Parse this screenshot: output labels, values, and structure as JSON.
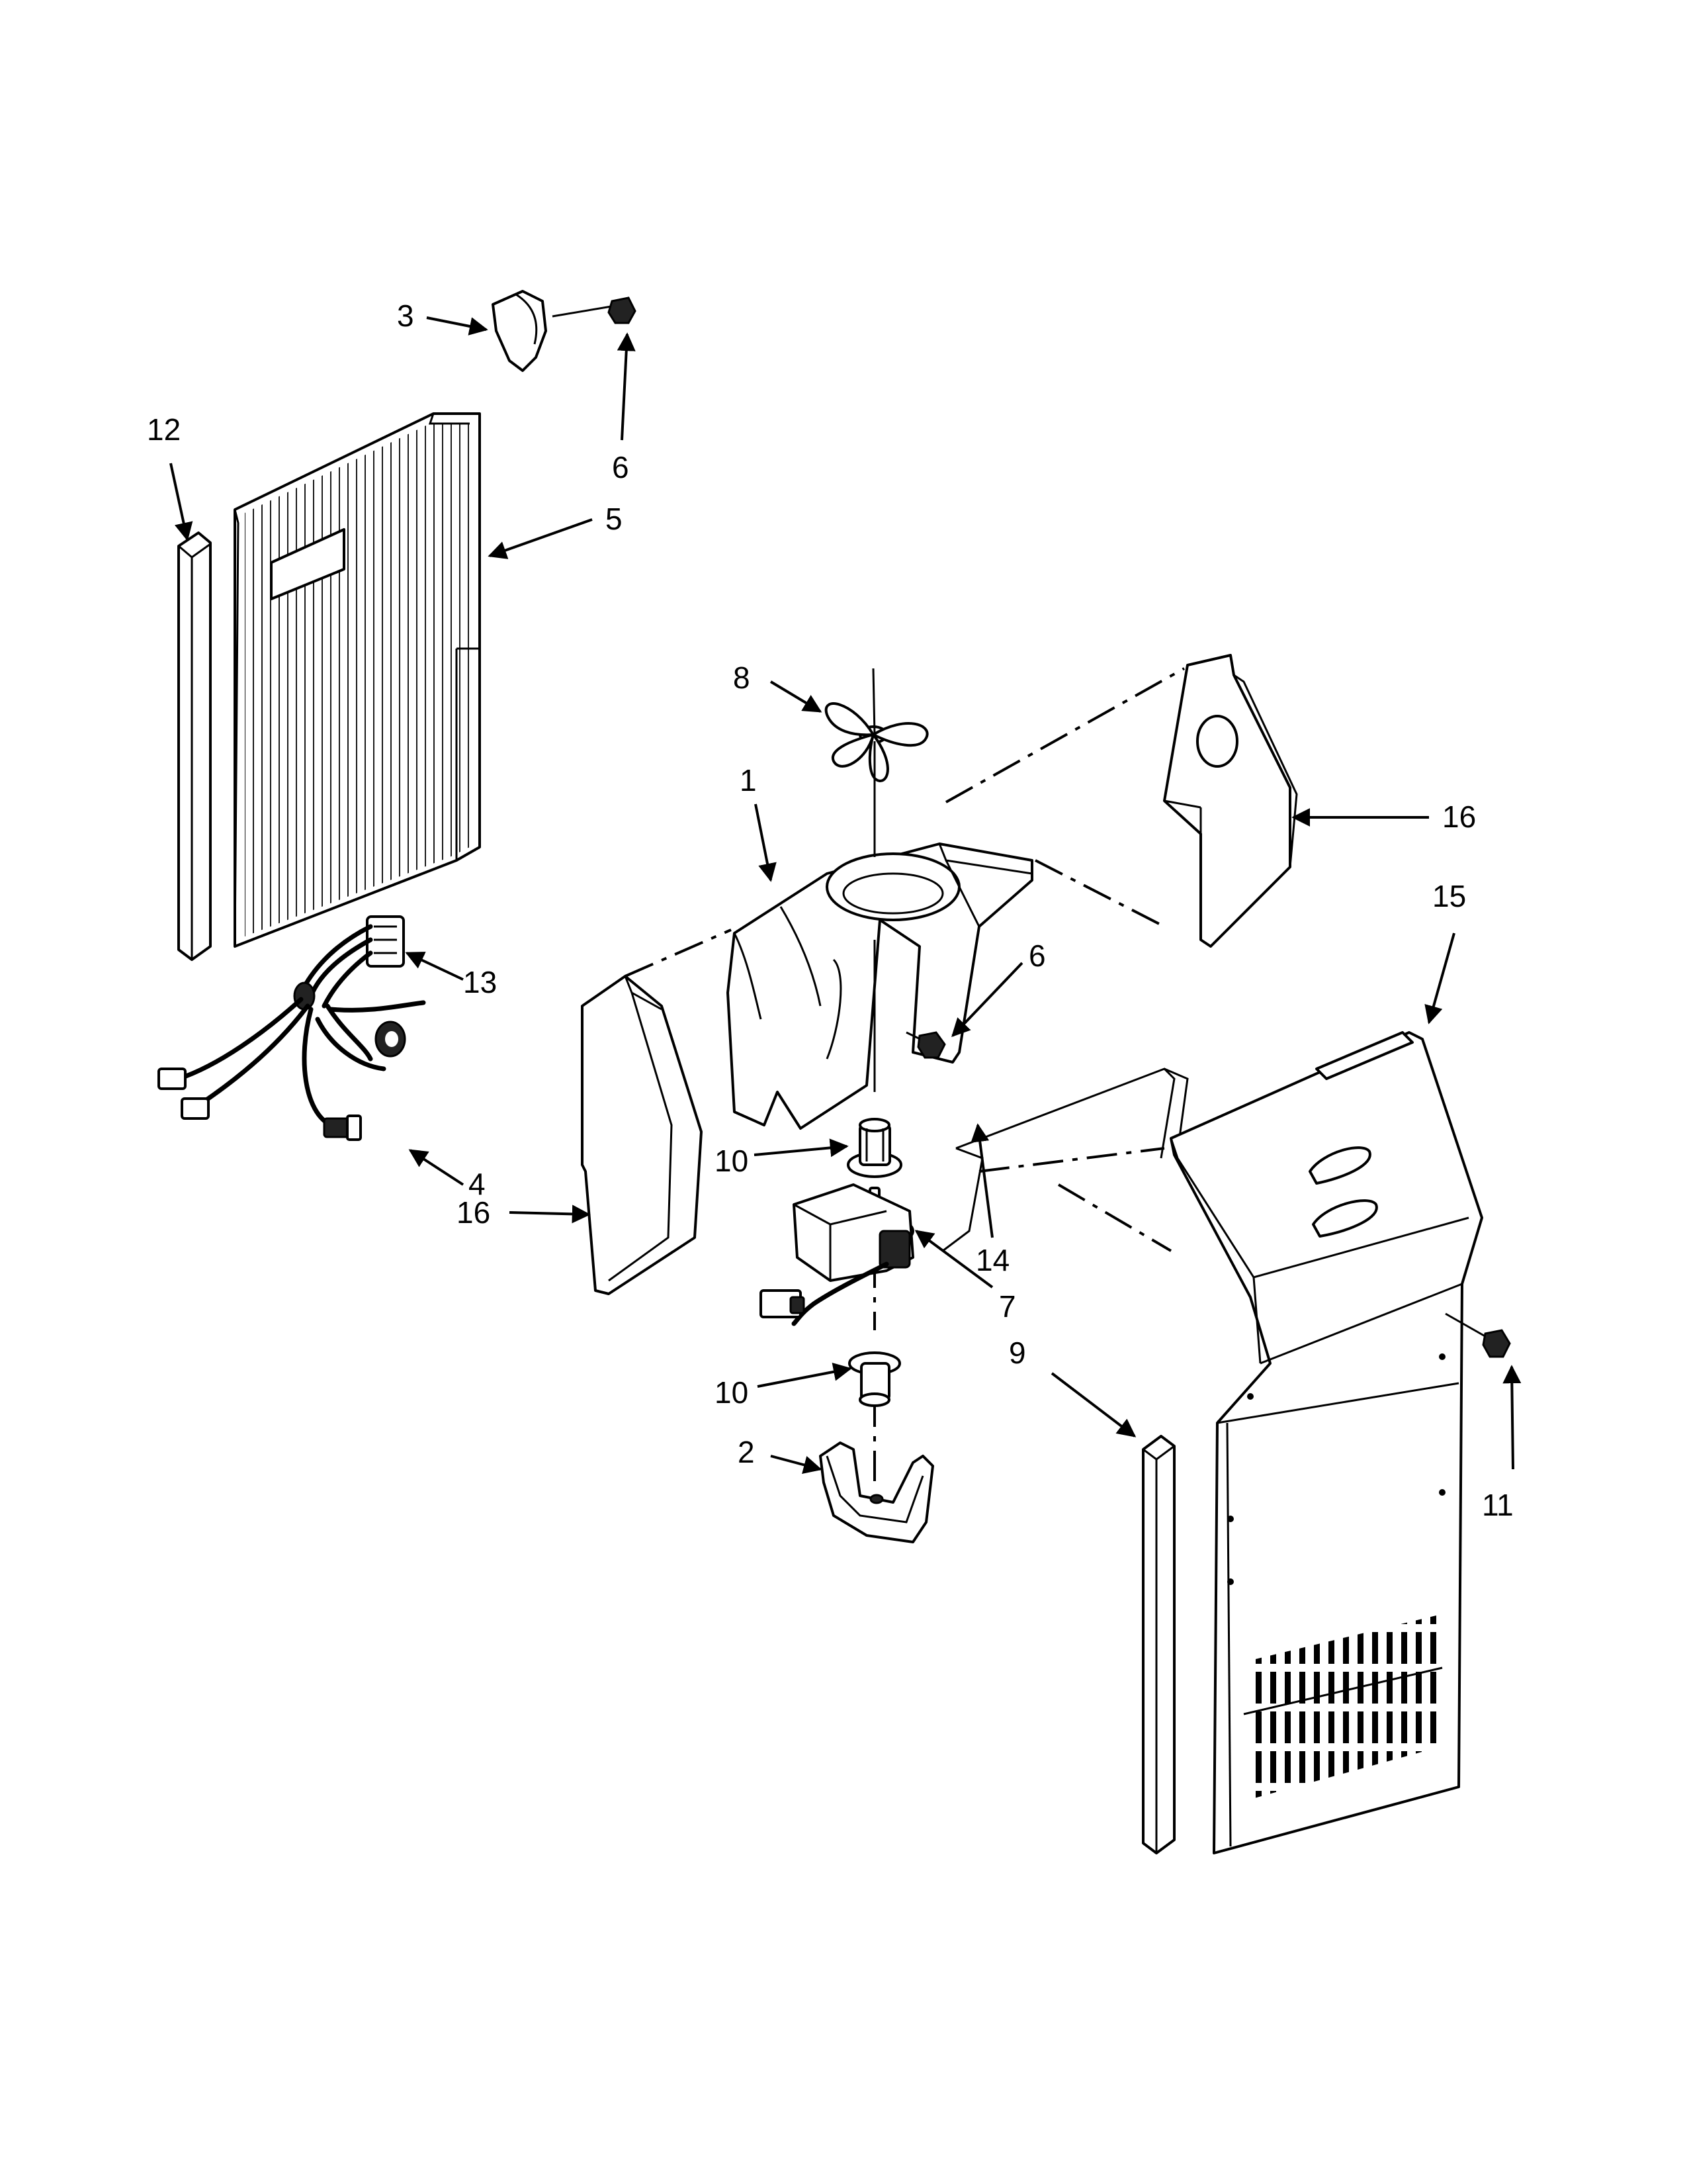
{
  "callouts": [
    {
      "id": "c1",
      "label": "1"
    },
    {
      "id": "c2",
      "label": "2"
    },
    {
      "id": "c3",
      "label": "3"
    },
    {
      "id": "c4",
      "label": "4"
    },
    {
      "id": "c5",
      "label": "5"
    },
    {
      "id": "c6a",
      "label": "6"
    },
    {
      "id": "c6b",
      "label": "6"
    },
    {
      "id": "c7",
      "label": "7"
    },
    {
      "id": "c8",
      "label": "8"
    },
    {
      "id": "c9",
      "label": "9"
    },
    {
      "id": "c10a",
      "label": "10"
    },
    {
      "id": "c10b",
      "label": "10"
    },
    {
      "id": "c11",
      "label": "11"
    },
    {
      "id": "c12",
      "label": "12"
    },
    {
      "id": "c13",
      "label": "13"
    },
    {
      "id": "c14",
      "label": "14"
    },
    {
      "id": "c15",
      "label": "15"
    },
    {
      "id": "c16a",
      "label": "16"
    },
    {
      "id": "c16b",
      "label": "16"
    }
  ]
}
